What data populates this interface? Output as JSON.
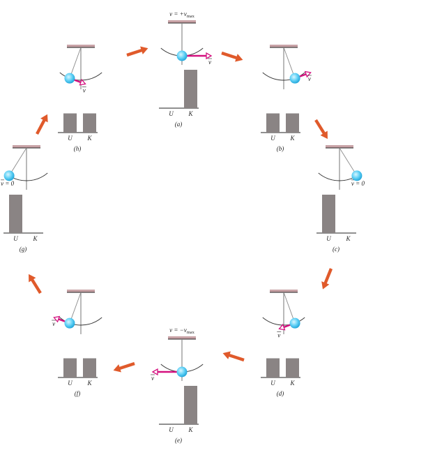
{
  "figure": {
    "colors": {
      "ceiling": "#c8a2a6",
      "string": "#8a8a8a",
      "axis": "#555555",
      "arc": "#333333",
      "bob_light": "#d8f6ff",
      "bob_mid": "#5fd0f5",
      "bob_dark": "#1ea3d8",
      "velocity": "#d4117f",
      "bar": "#8a8484",
      "cycle_arrow": "#e05a2b"
    },
    "energy_axis_labels": {
      "U": "U",
      "K": "K"
    },
    "velocity_symbol": "v",
    "panels": [
      {
        "id": "a",
        "label": "(a)",
        "title": "v = +v",
        "title_sub": "max",
        "angle_deg": 0,
        "velocity": "right",
        "velocity_label": "v",
        "U": 0.0,
        "K": 1.0
      },
      {
        "id": "b",
        "label": "(b)",
        "title": "",
        "title_sub": "",
        "angle_deg": -20,
        "velocity": "up-right",
        "velocity_label": "v",
        "U": 0.5,
        "K": 0.5
      },
      {
        "id": "c",
        "label": "(c)",
        "title": "",
        "title_sub": "",
        "angle_deg": -32,
        "velocity": "none",
        "velocity_label": "v = 0",
        "U": 1.0,
        "K": 0.0
      },
      {
        "id": "d",
        "label": "(d)",
        "title": "",
        "title_sub": "",
        "angle_deg": -20,
        "velocity": "down-left",
        "velocity_label": "v",
        "U": 0.5,
        "K": 0.5
      },
      {
        "id": "e",
        "label": "(e)",
        "title": "v = −v",
        "title_sub": "max",
        "angle_deg": 0,
        "velocity": "left",
        "velocity_label": "v",
        "U": 0.0,
        "K": 1.0
      },
      {
        "id": "f",
        "label": "(f)",
        "title": "",
        "title_sub": "",
        "angle_deg": 20,
        "velocity": "up-left",
        "velocity_label": "v",
        "U": 0.5,
        "K": 0.5
      },
      {
        "id": "g",
        "label": "(g)",
        "title": "",
        "title_sub": "",
        "angle_deg": 32,
        "velocity": "none",
        "velocity_label": "v = 0",
        "U": 1.0,
        "K": 0.0
      },
      {
        "id": "h",
        "label": "(h)",
        "title": "",
        "title_sub": "",
        "angle_deg": 20,
        "velocity": "down-right",
        "velocity_label": "v",
        "U": 0.5,
        "K": 0.5
      }
    ],
    "cycle_arrows": [
      {
        "from": "h",
        "to": "a",
        "direction": "right"
      },
      {
        "from": "a",
        "to": "b",
        "direction": "down-right"
      },
      {
        "from": "b",
        "to": "c",
        "direction": "down-right"
      },
      {
        "from": "c",
        "to": "d",
        "direction": "down-left"
      },
      {
        "from": "d",
        "to": "e",
        "direction": "left"
      },
      {
        "from": "e",
        "to": "f",
        "direction": "left"
      },
      {
        "from": "f",
        "to": "g",
        "direction": "up-left"
      },
      {
        "from": "g",
        "to": "h",
        "direction": "up-right"
      }
    ]
  }
}
